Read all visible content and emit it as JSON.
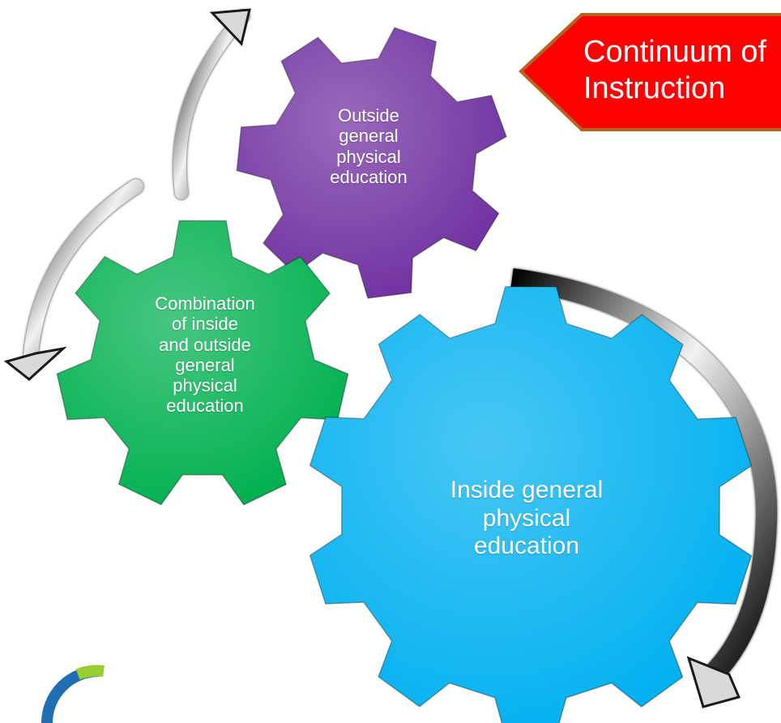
{
  "banner": {
    "text": "Continuum of\nInstruction",
    "fill": "#ff0000",
    "border": "#b5651d"
  },
  "gears": [
    {
      "key": "outside",
      "label": "Outside\ngeneral\nphysical\neducation",
      "color": "#7030a0"
    },
    {
      "key": "combo",
      "label": "Combination\nof inside\nand outside\ngeneral\nphysical\neducation",
      "color": "#00b050"
    },
    {
      "key": "inside",
      "label": "Inside general\nphysical\neducation",
      "color": "#00b0f0"
    }
  ],
  "arrow_color": "#1a1a1a"
}
